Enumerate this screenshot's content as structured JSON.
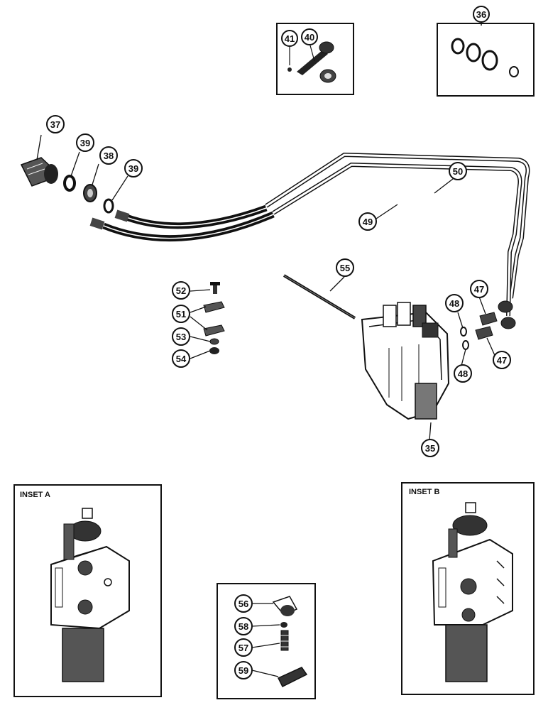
{
  "insets": {
    "a": "INSET A",
    "b": "INSET B"
  },
  "callouts": {
    "c36": "36",
    "c41": "41",
    "c40": "40",
    "c37": "37",
    "c39a": "39",
    "c38": "38",
    "c39b": "39",
    "c50": "50",
    "c49": "49",
    "c55": "55",
    "c52": "52",
    "c51": "51",
    "c53": "53",
    "c54": "54",
    "c47a": "47",
    "c48a": "48",
    "c47b": "47",
    "c48b": "48",
    "c35": "35",
    "c56": "56",
    "c58": "58",
    "c57": "57",
    "c59": "59"
  }
}
